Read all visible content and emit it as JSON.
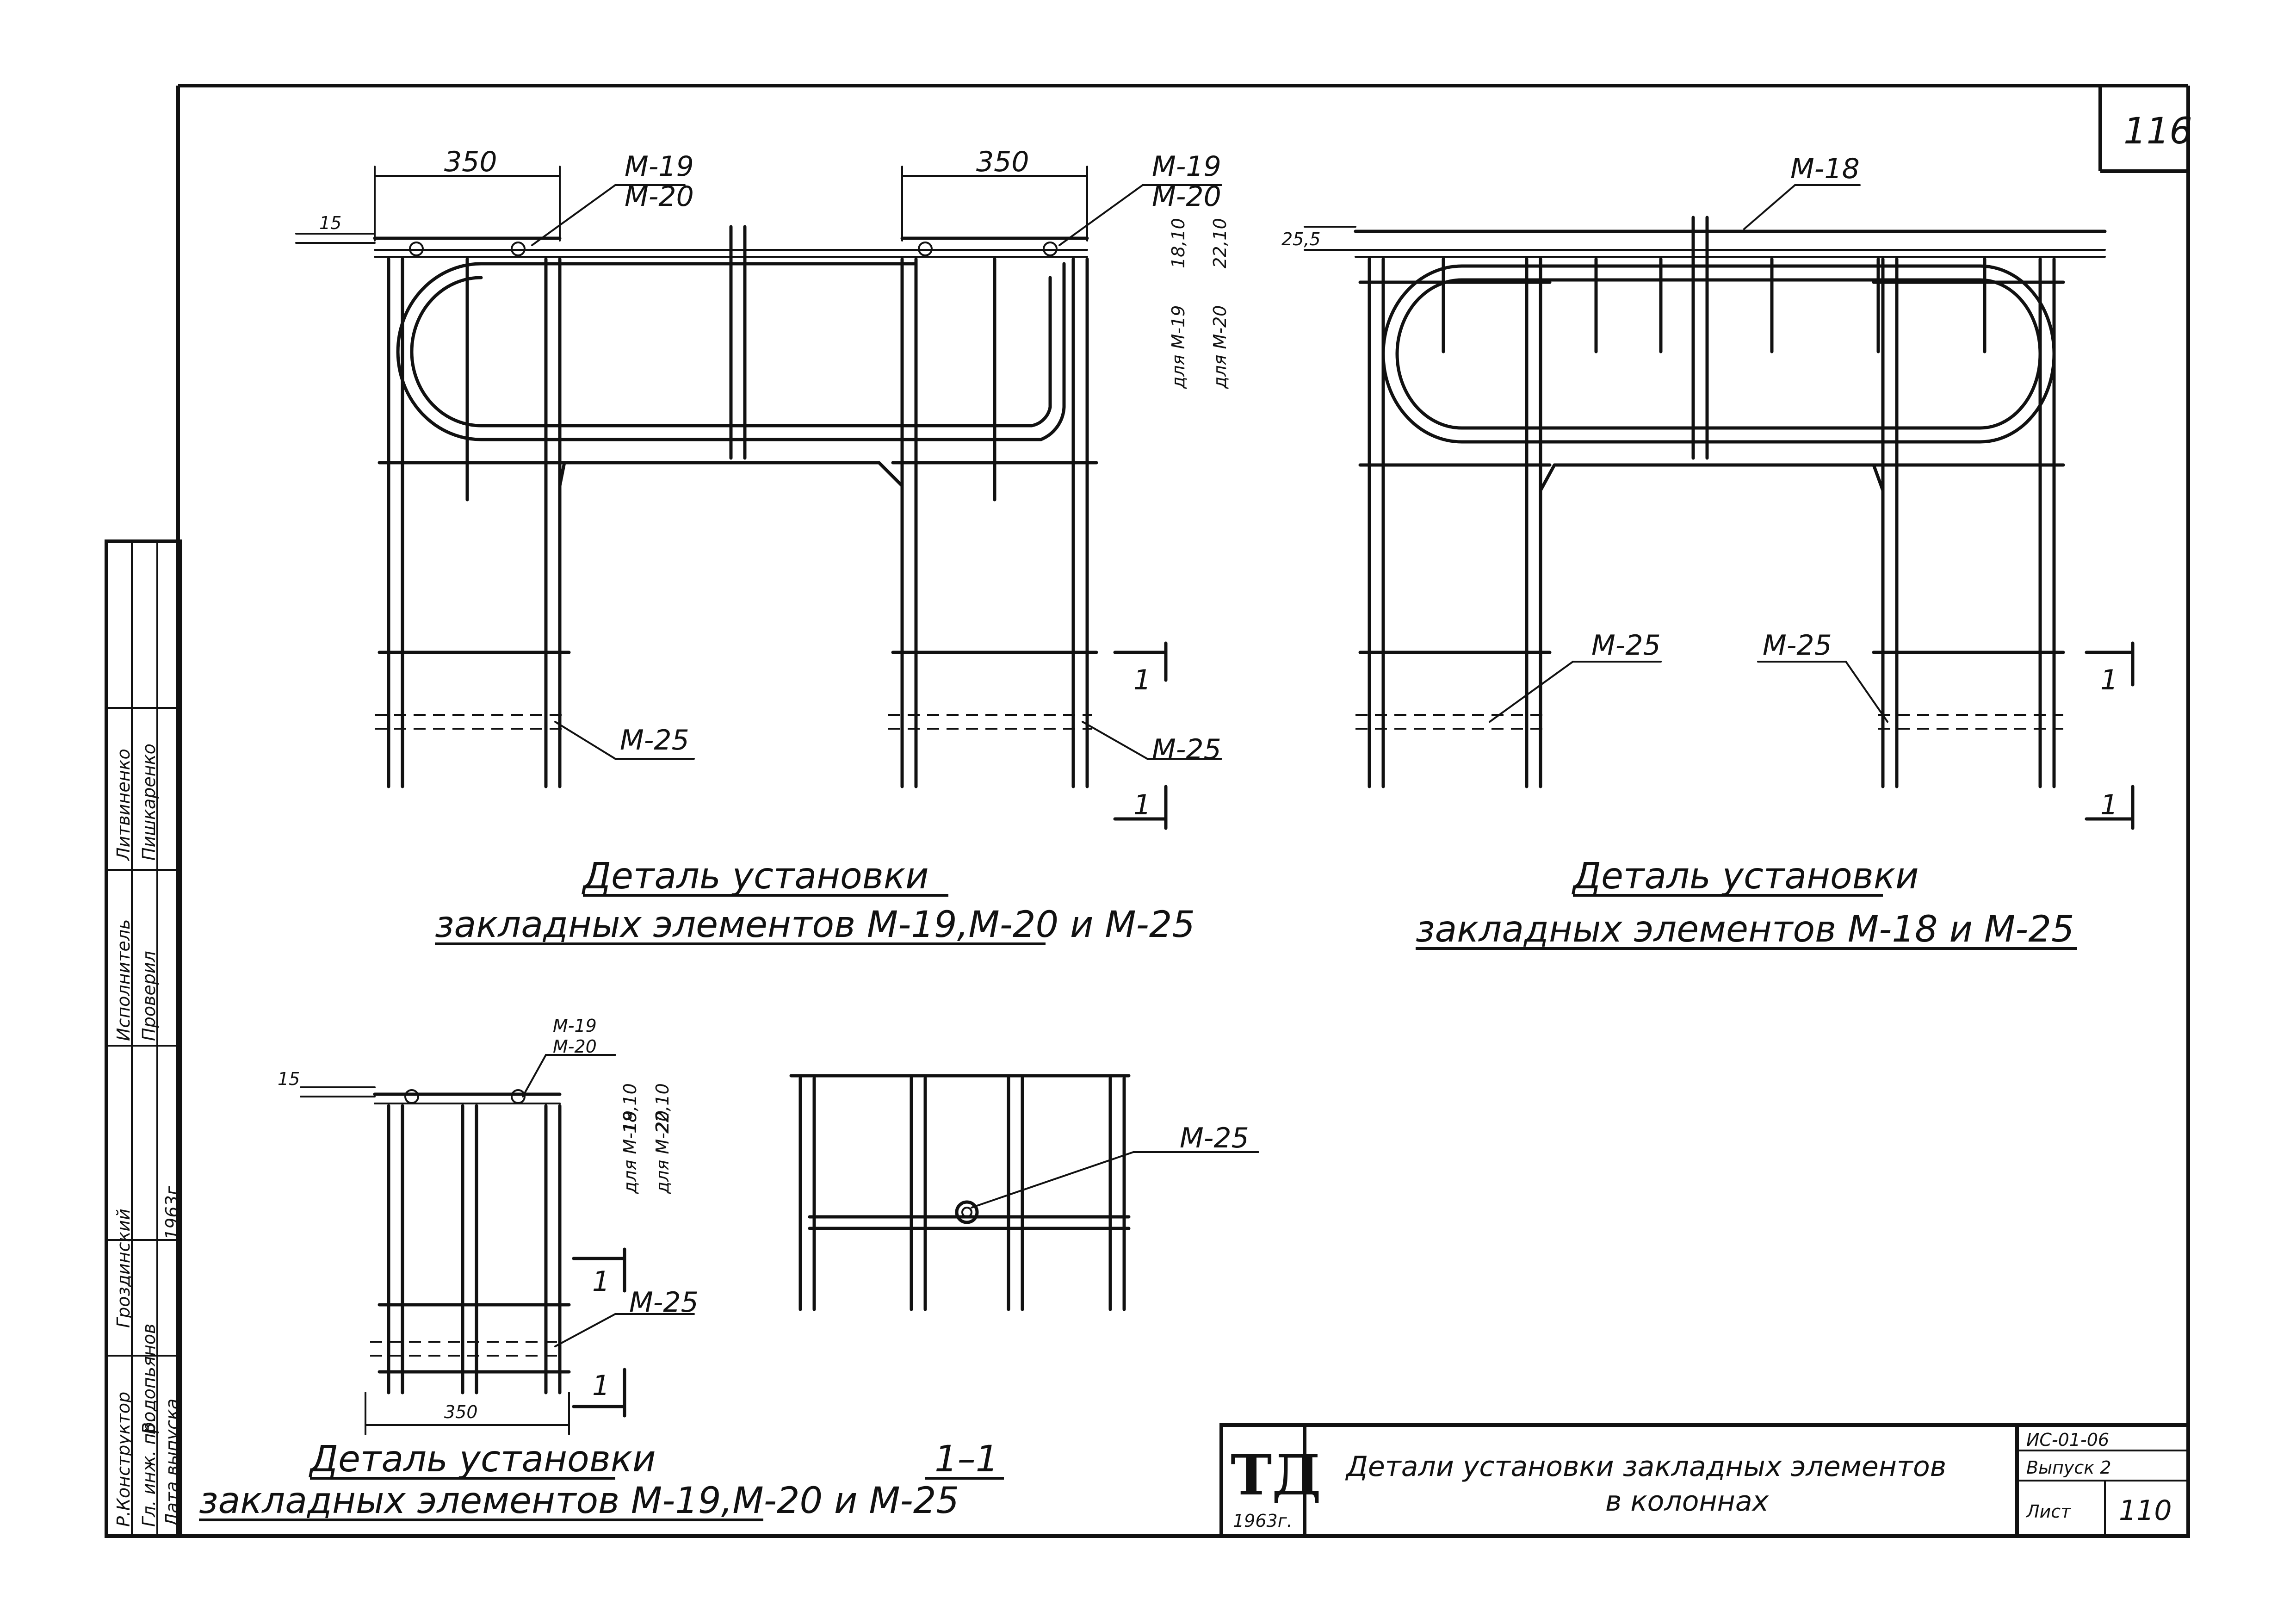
{
  "sheet": {
    "page_number": "116",
    "logo": {
      "letters": "ТД",
      "year": "1963г."
    },
    "title_line1": "Детали установки закладных элементов",
    "title_line2": "в колоннах",
    "code": "ИС-01-06",
    "issue": "Выпуск 2",
    "sheet_label": "Лист",
    "sheet_number": "110"
  },
  "stamp": {
    "rows": [
      {
        "role": "Исполнитель",
        "name": "Литвиненко"
      },
      {
        "role": "Проверил",
        "name": "Пишкаренко"
      },
      {
        "role": "Р.Конструктор",
        "name": "Гроздинский"
      },
      {
        "role": "Гл. инж. пр.",
        "name": "Водопьянов"
      },
      {
        "role": "Дата выпуска",
        "name": "1963г."
      }
    ]
  },
  "detail_a": {
    "dim_left": "350",
    "dim_right": "350",
    "dim_15": "15",
    "mark_left_top": "М-19",
    "mark_left_bottom": "М-20",
    "mark_right_top": "М-19",
    "mark_right_bottom": "М-20",
    "vdim_m19": "18,10",
    "vdim_m20": "22,10",
    "note_m19": "для М-19",
    "note_m20": "для М-20",
    "m25_left": "М-25",
    "m25_right": "М-25",
    "section_top": "1",
    "section_bottom": "1",
    "caption_line1": "Деталь установки",
    "caption_line2": "закладных   элементов М-19,М-20 и М-25"
  },
  "detail_b": {
    "mark_top": "М-18",
    "dim_25_5": "25,5",
    "m25_left": "М-25",
    "m25_right": "М-25",
    "section_top": "1",
    "section_bottom": "1",
    "caption_line1": "Деталь установки",
    "caption_line2": "закладных   элементов  М-18 и М-25"
  },
  "detail_c": {
    "dim_15": "15",
    "mark_top": "М-19",
    "mark_bottom": "М-20",
    "vdim_m19": "18,10",
    "vdim_m20": "22,10",
    "note_m19": "для М-19",
    "note_m20": "для М-20",
    "m25": "М-25",
    "dim_bottom": "350",
    "section_top": "1",
    "section_bottom": "1",
    "caption_line1": "Деталь установки",
    "caption_line2": "закладных  элементов М-19,М-20 и М-25"
  },
  "section_view": {
    "m25": "М-25",
    "label": "1–1"
  }
}
